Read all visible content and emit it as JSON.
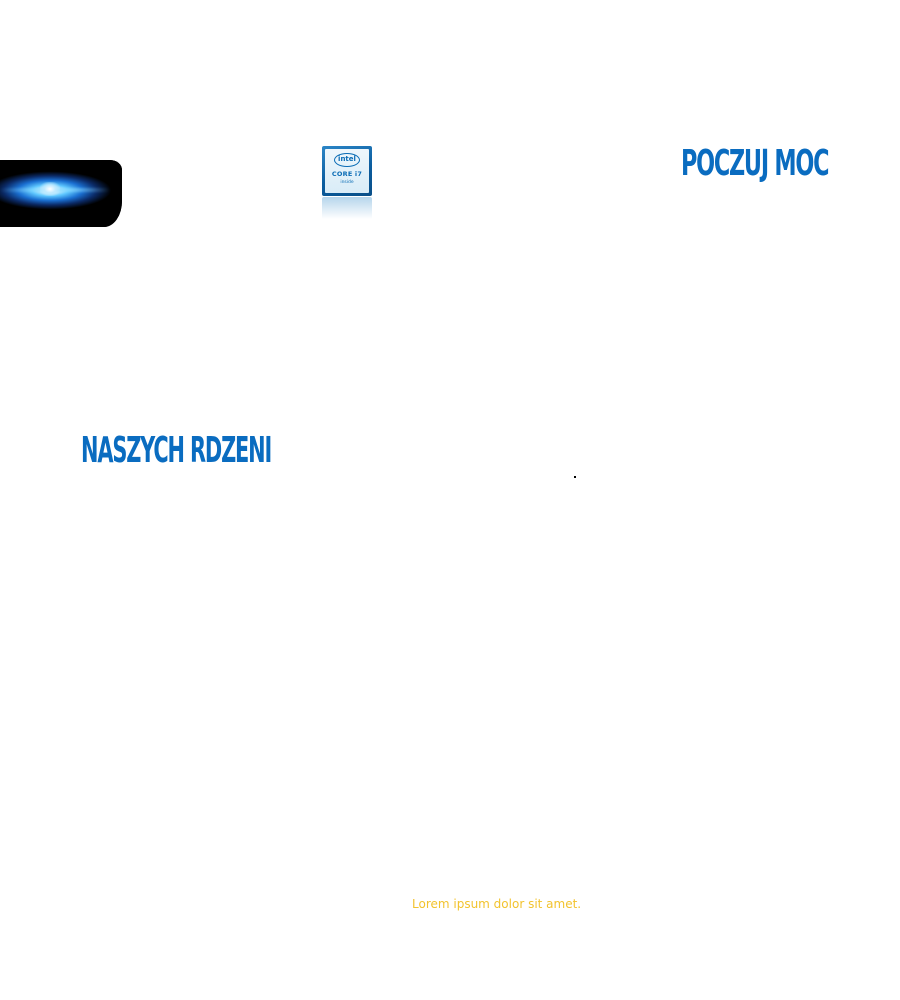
{
  "hero": {
    "image_icon": "glowing-lens-icon"
  },
  "badge": {
    "brand": "intel",
    "model": "CORE i7",
    "suffix": "inside",
    "icon": "intel-core-i7-badge-icon"
  },
  "headlines": {
    "top": "POCZUJ MOC",
    "middle": "NASZYCH RDZENI"
  },
  "footer": {
    "text": "Lorem ipsum dolor sit amet."
  },
  "colors": {
    "headline": "#0a6cc0",
    "footer_text": "#f2c32e",
    "background": "#ffffff"
  }
}
